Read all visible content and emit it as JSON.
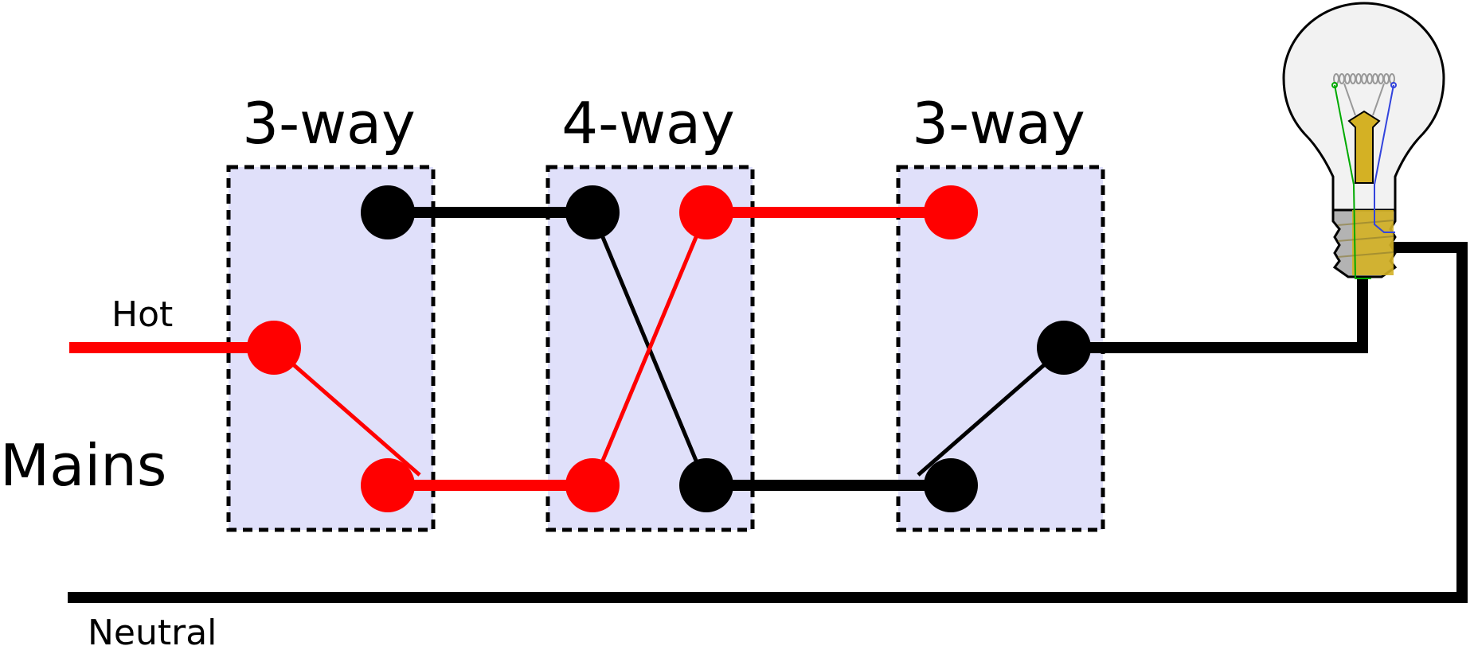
{
  "labels": {
    "hot": "Hot",
    "mains": "Mains",
    "neutral": "Neutral"
  },
  "switches": [
    {
      "title": "3-way"
    },
    {
      "title": "4-way"
    },
    {
      "title": "3-way"
    }
  ],
  "colors": {
    "hot": "#ff0000",
    "switched": "#000000",
    "box_fill": "#e0e0fa",
    "box_border": "#000000",
    "bulb_glass": "#f2f2f2",
    "bulb_base": "#d4b124",
    "bulb_screw": "#b3b3b3"
  },
  "icons": {
    "bulb": "light-bulb-icon"
  }
}
